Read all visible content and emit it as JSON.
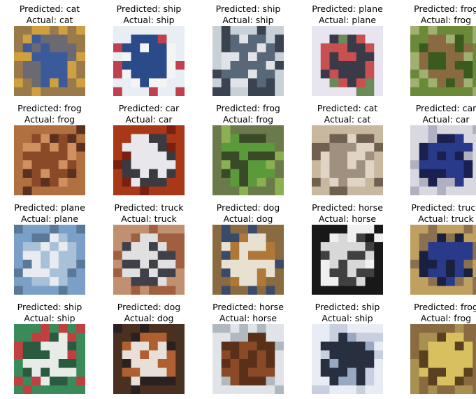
{
  "grid": {
    "predicted_prefix": "Predicted:",
    "actual_prefix": "Actual:",
    "items": [
      {
        "predicted": "cat",
        "actual": "cat",
        "subject": "cat",
        "palette": [
          "#9a7a4a",
          "#3a5a9a",
          "#6a6a70",
          "#d0a040"
        ]
      },
      {
        "predicted": "ship",
        "actual": "ship",
        "subject": "ship",
        "palette": [
          "#e8eef4",
          "#2a4a8a",
          "#f4f4f4",
          "#c04050"
        ]
      },
      {
        "predicted": "ship",
        "actual": "ship",
        "subject": "ship",
        "palette": [
          "#c8d0d8",
          "#586878",
          "#e0e4e8",
          "#3a4450"
        ]
      },
      {
        "predicted": "plane",
        "actual": "plane",
        "subject": "plane",
        "palette": [
          "#e8e4f0",
          "#3a3a48",
          "#c85050",
          "#6a8a58"
        ]
      },
      {
        "predicted": "frog",
        "actual": "frog",
        "subject": "frog",
        "palette": [
          "#6a8a3a",
          "#8a6a40",
          "#3a5a20",
          "#a0b070"
        ]
      },
      {
        "predicted": "frog",
        "actual": "frog",
        "subject": "frog",
        "palette": [
          "#b07040",
          "#8a4a28",
          "#d09060",
          "#5a3020"
        ]
      },
      {
        "predicted": "car",
        "actual": "car",
        "subject": "car",
        "palette": [
          "#a83818",
          "#e8e8ec",
          "#3a3a40",
          "#7a2010"
        ]
      },
      {
        "predicted": "frog",
        "actual": "frog",
        "subject": "frog",
        "palette": [
          "#6a7a4a",
          "#5a9a3a",
          "#3a4a28",
          "#8ab050"
        ]
      },
      {
        "predicted": "cat",
        "actual": "cat",
        "subject": "cat",
        "palette": [
          "#c8b8a0",
          "#a09080",
          "#e0d4c4",
          "#706050"
        ]
      },
      {
        "predicted": "car",
        "actual": "car",
        "subject": "car",
        "palette": [
          "#d8d8e0",
          "#2a3a8a",
          "#1a2050",
          "#b0b0c0"
        ]
      },
      {
        "predicted": "plane",
        "actual": "plane",
        "subject": "plane",
        "palette": [
          "#7aa0c8",
          "#e8ecf0",
          "#a8c0d8",
          "#5a7898"
        ]
      },
      {
        "predicted": "truck",
        "actual": "truck",
        "subject": "truck",
        "palette": [
          "#c09070",
          "#e0e0e0",
          "#404048",
          "#a06040"
        ]
      },
      {
        "predicted": "dog",
        "actual": "dog",
        "subject": "dog",
        "palette": [
          "#8a6a40",
          "#e8e0d0",
          "#b07838",
          "#3a4a6a"
        ]
      },
      {
        "predicted": "horse",
        "actual": "horse",
        "subject": "horse",
        "palette": [
          "#181818",
          "#d8d8d8",
          "#404040",
          "#f0f0f0"
        ]
      },
      {
        "predicted": "truck",
        "actual": "truck",
        "subject": "truck",
        "palette": [
          "#c0a060",
          "#2a3a8a",
          "#1a2040",
          "#8a7050"
        ]
      },
      {
        "predicted": "ship",
        "actual": "ship",
        "subject": "ship",
        "palette": [
          "#3a8a5a",
          "#e8ece8",
          "#2a5a40",
          "#c04040"
        ]
      },
      {
        "predicted": "dog",
        "actual": "dog",
        "subject": "dog",
        "palette": [
          "#4a3020",
          "#e8e0d8",
          "#b06030",
          "#2a2020"
        ]
      },
      {
        "predicted": "horse",
        "actual": "horse",
        "subject": "horse",
        "palette": [
          "#e0e4e8",
          "#8a4a28",
          "#5a3018",
          "#b0b8c0"
        ]
      },
      {
        "predicted": "ship",
        "actual": "ship",
        "subject": "ship",
        "palette": [
          "#e8ecf4",
          "#283040",
          "#98a8c0",
          "#c8d0e0"
        ]
      },
      {
        "predicted": "frog",
        "actual": "frog",
        "subject": "frog",
        "palette": [
          "#8a6a40",
          "#d8c060",
          "#5a4020",
          "#a89050"
        ]
      }
    ]
  }
}
